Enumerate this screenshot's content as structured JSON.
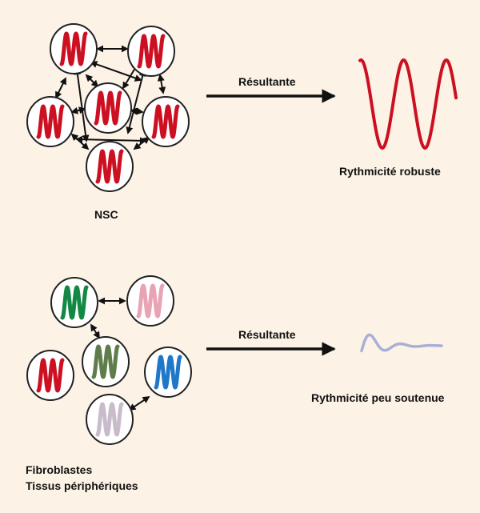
{
  "top": {
    "arrow_label": "Résultante",
    "output_label": "Rythmicité robuste",
    "group_label": "NSC",
    "oscillator_color": "#cc1022",
    "output_wave_color": "#cc1022"
  },
  "bottom": {
    "arrow_label": "Résultante",
    "output_label": "Rythmicité peu soutenue",
    "group_label_line1": "Fibroblastes",
    "group_label_line2": "Tissus périphériques",
    "oscillator_colors": [
      "#118844",
      "#e8a3b4",
      "#5f7d4a",
      "#1f77c9",
      "#cc1022",
      "#c8bccc"
    ],
    "output_wave_color": "#a9b0d6"
  },
  "colors": {
    "background": "#fcf2e6",
    "cell_fill": "#ffffff",
    "cell_stroke": "#222222",
    "arrow": "#111111"
  }
}
